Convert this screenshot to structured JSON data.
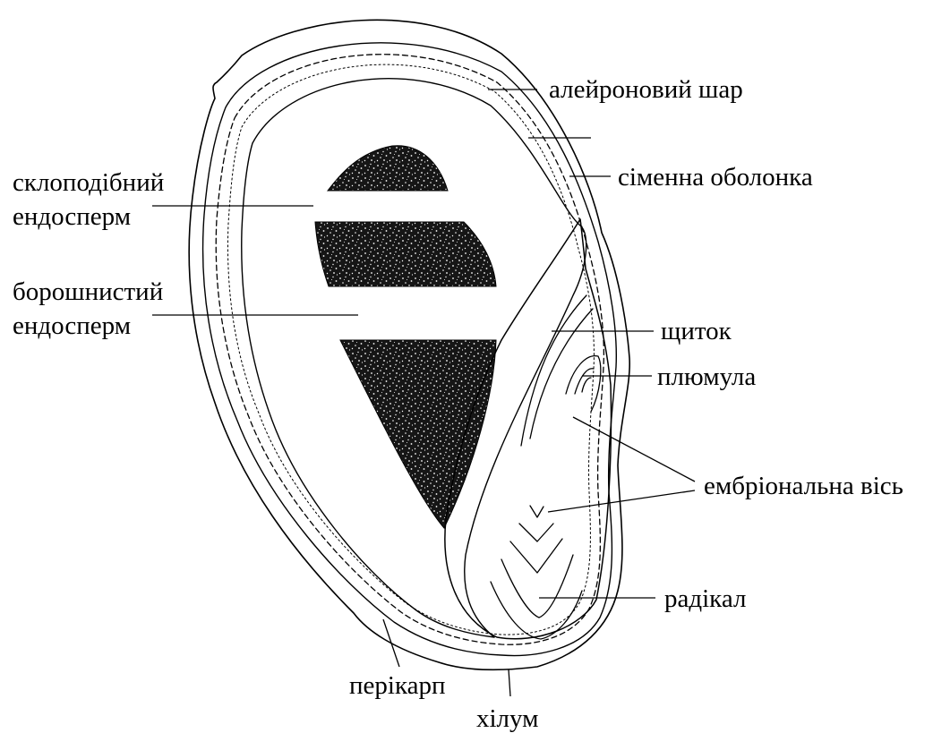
{
  "colors": {
    "ink": "#000000",
    "paper": "#ffffff"
  },
  "labels": {
    "aleurone_layer": "алейроновий шар",
    "seed_coat": "сіменна оболонка",
    "vitreous_endosperm_line1": "склоподібний",
    "vitreous_endosperm_line2": "ендосперм",
    "floury_endosperm_line1": "борошнистий",
    "floury_endosperm_line2": "ендосперм",
    "scutellum": "щиток",
    "plumule": "плюмула",
    "embryonic_axis": "ембріональна вісь",
    "radicle": "радікал",
    "pericarp": "перікарп",
    "hilum": "хілум"
  },
  "icons": {
    "speckle_pattern": "stippled-texture"
  }
}
